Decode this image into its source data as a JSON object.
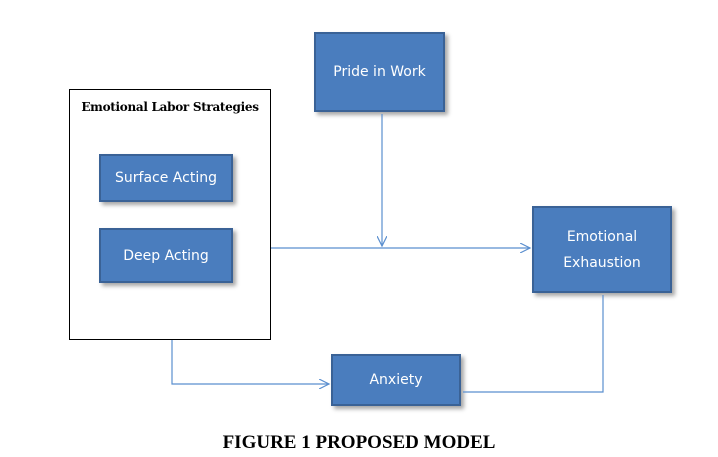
{
  "diagram": {
    "group": {
      "title": "Emotional Labor Strategies"
    },
    "nodes": {
      "pride": "Pride in Work",
      "surface": "Surface Acting",
      "deep": "Deep Acting",
      "exhaustion_line1": "Emotional",
      "exhaustion_line2": "Exhaustion",
      "anxiety": "Anxiety"
    },
    "edges": [
      {
        "from": "Emotional Labor Strategies",
        "to": "Emotional Exhaustion"
      },
      {
        "from": "Pride in Work",
        "to": "Emotional Labor Strategies → Emotional Exhaustion",
        "type": "moderation"
      },
      {
        "from": "Emotional Labor Strategies",
        "to": "Anxiety"
      },
      {
        "from": "Emotional Exhaustion",
        "to": "Anxiety"
      }
    ],
    "colors": {
      "box_fill": "#4a7dbe",
      "box_border": "#3a6296",
      "line": "#5b8fcf"
    }
  },
  "caption": "FIGURE 1 PROPOSED MODEL"
}
